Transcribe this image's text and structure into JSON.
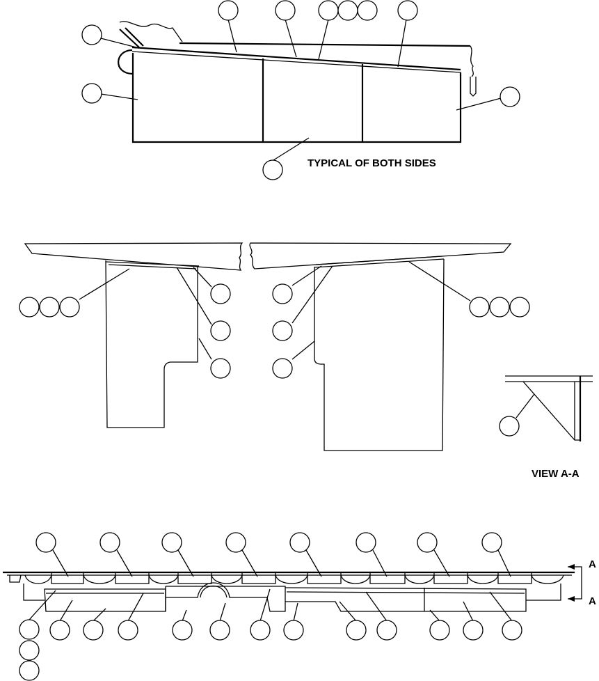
{
  "labels": {
    "typical": "TYPICAL OF BOTH SIDES",
    "view": "VIEW A-A",
    "section_top": "A",
    "section_bottom": "A"
  },
  "colors": {
    "line": "#000000",
    "background": "#ffffff"
  }
}
